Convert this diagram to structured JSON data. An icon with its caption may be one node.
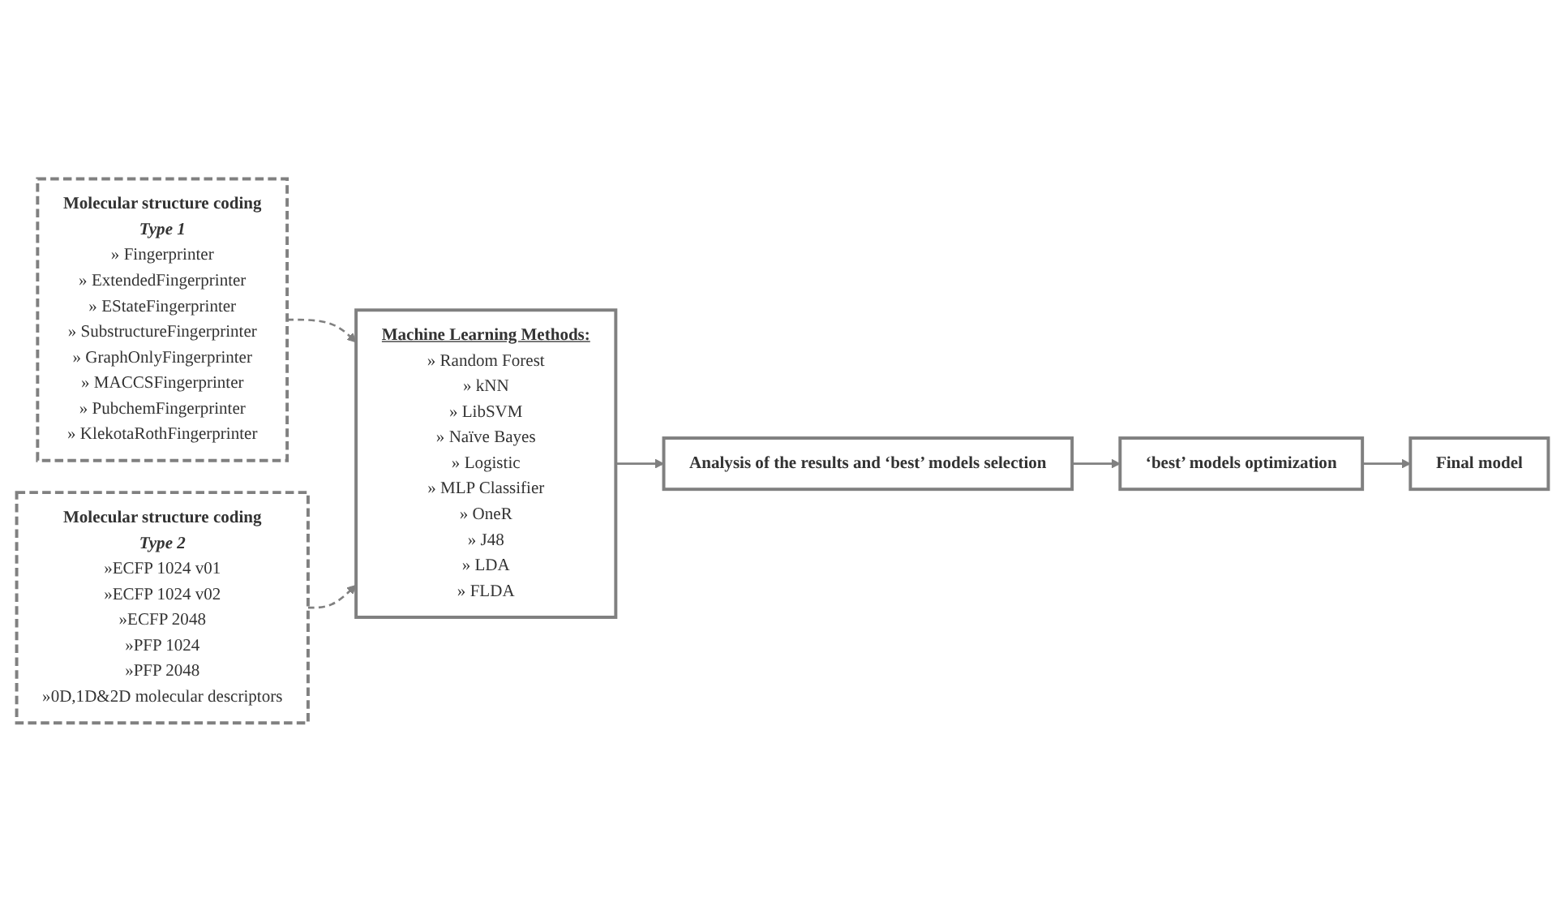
{
  "diagram": {
    "nodes": [
      {
        "text": [
          "Molecular structure coding",
          "Type 1",
          "» Fingerprinter",
          "» ExtendedFingerprinter",
          "» EStateFingerprinter",
          "» SubstructureFingerprinter",
          "» GraphOnlyFingerprinter",
          "» MACCSFingerprinter",
          "» PubchemFingerprinter",
          "» KlekotaRothFingerprinter"
        ]
      },
      {
        "text": [
          "Molecular structure coding",
          "Type 2",
          "»ECFP 1024 v01",
          "»ECFP 1024 v02",
          "»ECFP 2048",
          "»PFP 1024",
          "»PFP 2048",
          "»0D,1D&2D molecular descriptors"
        ]
      },
      {
        "text": [
          "Machine Learning Methods:",
          "» Random Forest",
          "» kNN",
          "» LibSVM",
          "» Naïve Bayes",
          "» Logistic",
          "» MLP Classifier",
          "» OneR",
          "» J48",
          "» LDA",
          "» FLDA"
        ]
      },
      {
        "text": [
          "Analysis of the results and ‘best’ models selection"
        ]
      },
      {
        "text": [
          "‘best’ models optimization"
        ]
      },
      {
        "text": [
          "Final model"
        ]
      }
    ],
    "edges": [
      {
        "from": 0,
        "to": 2,
        "arrow": "to",
        "style": "dashed"
      },
      {
        "from": 1,
        "to": 2,
        "arrow": "to",
        "style": "dashed"
      },
      {
        "from": 2,
        "to": 3,
        "arrow": "to"
      },
      {
        "from": 3,
        "to": 4,
        "arrow": "to"
      },
      {
        "from": 4,
        "to": 5,
        "arrow": "to"
      }
    ]
  }
}
